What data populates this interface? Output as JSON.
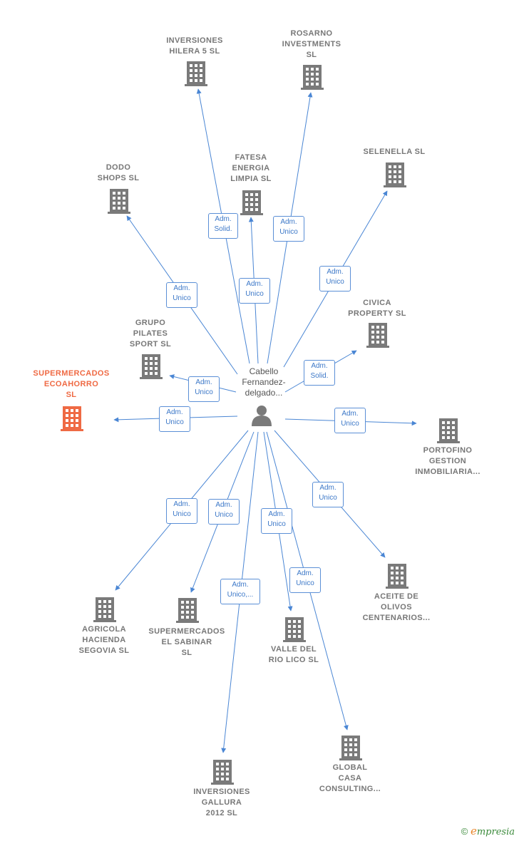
{
  "colors": {
    "edge": "#4a86d4",
    "building": "#7a7a7a",
    "building_focus": "#ef6a44",
    "text": "#777777",
    "badge": "#3c78c8"
  },
  "center": {
    "name_lines": "Cabello\nFernandez-\ndelgado...",
    "icon": "person-icon"
  },
  "companies": [
    {
      "id": "inversiones-hilera",
      "name": "INVERSIONES\nHILERA 5 SL",
      "focus": false,
      "role": "Adm.\nSolid."
    },
    {
      "id": "rosarno",
      "name": "ROSARNO\nINVESTMENTS\nSL",
      "focus": false,
      "role": "Adm.\nUnico"
    },
    {
      "id": "fatesa",
      "name": "FATESA\nENERGIA\nLIMPIA  SL",
      "focus": false,
      "role": "Adm.\nUnico"
    },
    {
      "id": "selenella",
      "name": "SELENELLA  SL",
      "focus": false,
      "role": "Adm.\nUnico"
    },
    {
      "id": "dodo",
      "name": "DODO\nSHOPS  SL",
      "focus": false,
      "role": "Adm.\nUnico"
    },
    {
      "id": "civica",
      "name": "CIVICA\nPROPERTY SL",
      "focus": false,
      "role": "Adm.\nSolid."
    },
    {
      "id": "grupo-pilates",
      "name": "GRUPO\nPILATES\nSPORT  SL",
      "focus": false,
      "role": "Adm.\nUnico"
    },
    {
      "id": "supermercados-ecoahorro",
      "name": "SUPERMERCADOS\nECOAHORRO\nSL",
      "focus": true,
      "role": "Adm.\nUnico"
    },
    {
      "id": "portofino",
      "name": "PORTOFINO\nGESTION\nINMOBILIARIA...",
      "focus": false,
      "role": "Adm.\nUnico"
    },
    {
      "id": "aceite",
      "name": "ACEITE DE\nOLIVOS\nCENTENARIOS...",
      "focus": false,
      "role": "Adm.\nUnico"
    },
    {
      "id": "agricola",
      "name": "AGRICOLA\nHACIENDA\nSEGOVIA  SL",
      "focus": false,
      "role": "Adm.\nUnico"
    },
    {
      "id": "sabinar",
      "name": "SUPERMERCADOS\nEL SABINAR\nSL",
      "focus": false,
      "role": "Adm.\nUnico"
    },
    {
      "id": "valle",
      "name": "VALLE DEL\nRIO LICO  SL",
      "focus": false,
      "role": "Adm.\nUnico"
    },
    {
      "id": "gallura",
      "name": "INVERSIONES\nGALLURA\n2012 SL",
      "focus": false,
      "role": "Adm.\nUnico,..."
    },
    {
      "id": "global-casa",
      "name": "GLOBAL\nCASA\nCONSULTING...",
      "focus": false,
      "role": "Adm.\nUnico"
    }
  ],
  "footer": {
    "copyright_symbol": "©",
    "brand_initial": "e",
    "brand_rest": "mpresia"
  }
}
